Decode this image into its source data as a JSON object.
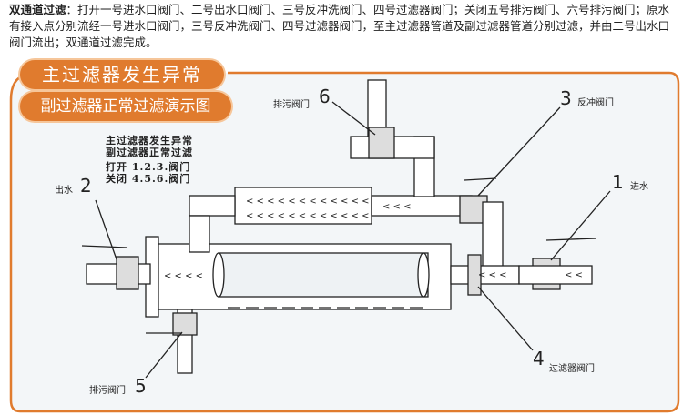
{
  "intro": {
    "heading": "双通道过滤",
    "body": "：打开一号进水口阀门、二号出水口阀门、三号反冲洗阀门、四号过滤器阀门；关闭五号排污阀门、六号排污阀门；原水有接入点分别流经一号进水口阀门，三号反冲洗阀门、四号过滤器阀门，至主过滤器管道及副过滤器管道分别过滤，并由二号出水口阀门流出；双通道过滤完成。"
  },
  "title": {
    "line1": "主过滤器发生异常",
    "line2": "副过滤器正常过滤演示图"
  },
  "note": {
    "line1": "主过滤器发生异常",
    "line2": "副过滤器正常过滤",
    "line3": "打开 1.2.3.阀门",
    "line4": "关闭 4.5.6.阀门"
  },
  "labels": {
    "v1_num": "1",
    "v1_text": "进水",
    "v2_num": "2",
    "v2_text": "出水",
    "v3_num": "3",
    "v3_text": "反冲阀门",
    "v4_num": "4",
    "v4_text": "过滤器阀门",
    "v5_num": "5",
    "v5_text": "排污阀门",
    "v6_num": "6",
    "v6_text": "排污阀门"
  },
  "colors": {
    "accent": "#e07b2e",
    "panel_bg": "#f3f6f8",
    "line": "#222222"
  }
}
